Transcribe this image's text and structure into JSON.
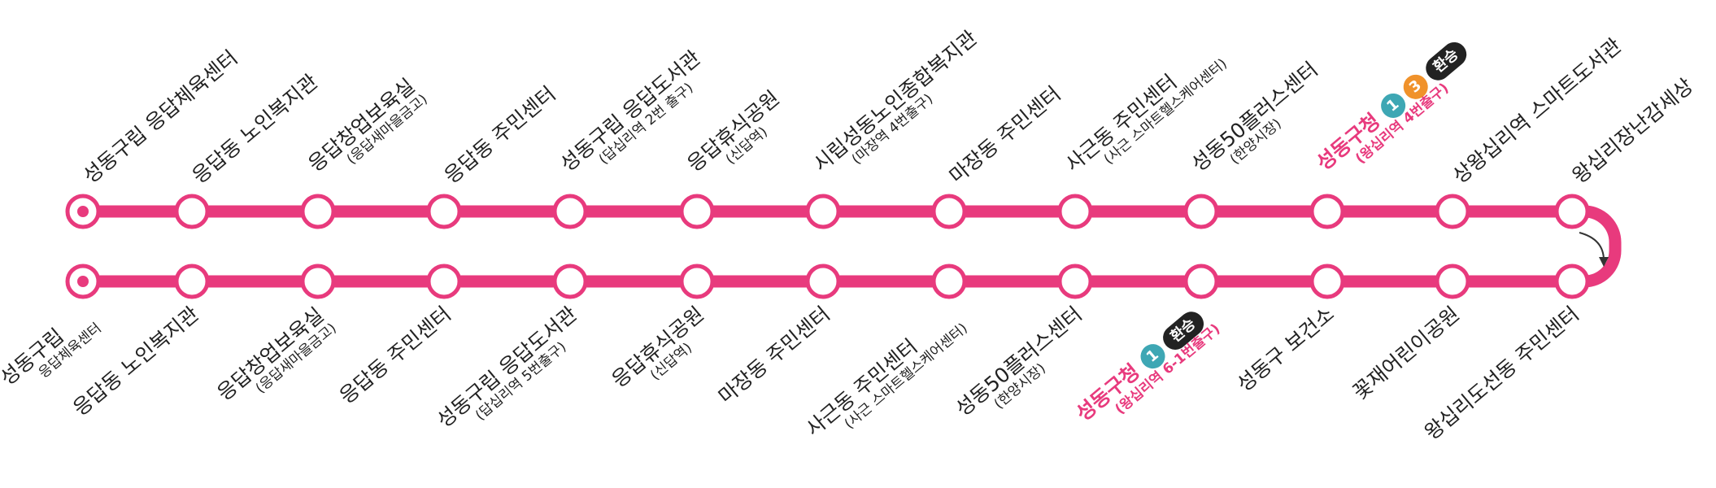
{
  "route": {
    "line_color": "#e83a7d",
    "top_stops": [
      {
        "name": "성동구립 응답체육센터",
        "terminus": true
      },
      {
        "name": "응답동 노인복지관"
      },
      {
        "name": "응답창업보육실",
        "sub": "(응답새마을금고)"
      },
      {
        "name": "응답동 주민센터"
      },
      {
        "name": "성동구립 응답도서관",
        "sub": "(답십리역 2번 출구)"
      },
      {
        "name": "응답휴식공원",
        "sub": "(신답역)"
      },
      {
        "name": "시립성동노인종합복지관",
        "sub": "(마장역 4번출구)"
      },
      {
        "name": "마장동 주민센터"
      },
      {
        "name": "사근동 주민센터",
        "sub": "(사근 스마트헬스케어센터)"
      },
      {
        "name": "성동50플러스센터",
        "sub": "(한양시장)"
      },
      {
        "name": "성동구청",
        "sub": "(왕십리역 4번출구)",
        "highlight": true,
        "badges": [
          "1",
          "3",
          "환승"
        ]
      },
      {
        "name": "상왕십리역 스마트도서관"
      },
      {
        "name": "왕십리장난감세상"
      }
    ],
    "bottom_stops": [
      {
        "name": "성동구립",
        "sub": "응답체육센터",
        "terminus": true
      },
      {
        "name": "응답동 노인복지관"
      },
      {
        "name": "응답창업보육실",
        "sub": "(응답새마을금고)"
      },
      {
        "name": "응답동 주민센터"
      },
      {
        "name": "성동구립 응답도서관",
        "sub": "(답십리역 5번출구)"
      },
      {
        "name": "응답휴식공원",
        "sub": "(신답역)"
      },
      {
        "name": "마장동 주민센터"
      },
      {
        "name": "사근동 주민센터",
        "sub": "(사근 스마트헬스케어센터)"
      },
      {
        "name": "성동50플러스센터",
        "sub": "(한양시장)"
      },
      {
        "name": "성동구청",
        "sub": "(왕십리역 6-1번출구)",
        "highlight": true,
        "badges": [
          "1",
          "환승"
        ]
      },
      {
        "name": "성동구 보건소"
      },
      {
        "name": "꽃재어린이공원"
      },
      {
        "name": "왕십리도선동 주민센터"
      }
    ],
    "badge_colors": {
      "1": "#3ea7b4",
      "3": "#f0922b",
      "환승": "#222222"
    }
  }
}
